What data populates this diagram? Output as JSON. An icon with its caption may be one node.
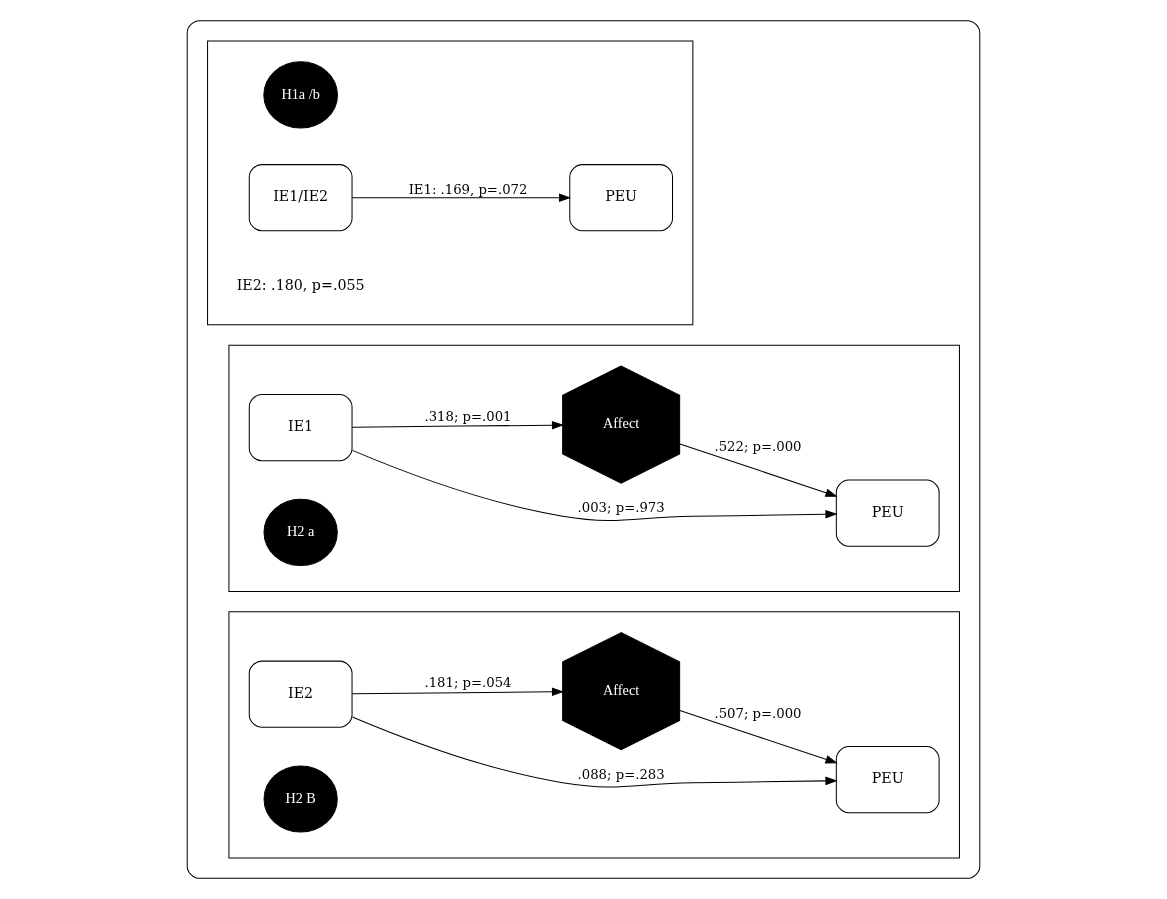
{
  "diagram": {
    "nodes": [
      {
        "text": [],
        "shape": "box"
      },
      {
        "text": [],
        "shape": "box",
        "in": 0
      },
      {
        "text": [
          "H1a /b"
        ],
        "in": 1
      },
      {
        "text": [
          "IE1/IE2"
        ],
        "in": 1
      },
      {
        "text": [
          "PEU"
        ],
        "in": 1
      },
      {
        "text": [],
        "shape": "box",
        "in": 0
      },
      {
        "text": [
          "IE1"
        ],
        "in": 5
      },
      {
        "text": [
          "PEU"
        ],
        "in": 5
      },
      {
        "text": [
          "Affect"
        ],
        "in": 5
      },
      {
        "text": [
          "H2 a"
        ],
        "in": 5
      },
      {
        "text": [],
        "shape": "box",
        "in": 0
      },
      {
        "text": [
          "IE2"
        ],
        "in": 10
      },
      {
        "text": [
          "PEU"
        ],
        "in": 10
      },
      {
        "text": [
          "Affect"
        ],
        "in": 10
      },
      {
        "text": [
          "H2 B"
        ],
        "in": 10
      }
    ],
    "edges": [
      {
        "from": 3,
        "to": 4,
        "arrow": "to",
        "label": "IE1: .169, p=.072"
      },
      {
        "from": 6,
        "to": 7,
        "arrow": "to",
        "label": ".003; p=.973"
      },
      {
        "from": 6,
        "to": 8,
        "arrow": "to",
        "label": ".318; p=.001"
      },
      {
        "from": 8,
        "to": 7,
        "arrow": "to",
        "label": ".522; p=.000"
      },
      {
        "from": 11,
        "to": 12,
        "arrow": "to",
        "label": ".088; p=.283"
      },
      {
        "from": 11,
        "to": 13,
        "arrow": "to",
        "label": ".181; p=.054"
      },
      {
        "from": 13,
        "to": 12,
        "arrow": "to",
        "label": ".507; p=.000"
      }
    ],
    "labels": [
      "IE2: .180, p=.055"
    ]
  }
}
